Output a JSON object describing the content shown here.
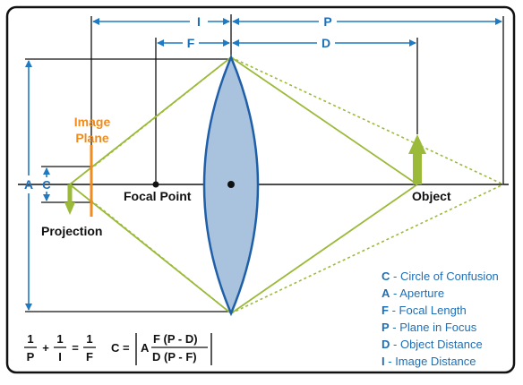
{
  "colors": {
    "frame": "#111111",
    "dim_line": "#1f7ac4",
    "ray_green": "#9bba3a",
    "lens_fill": "#a9c3df",
    "lens_stroke": "#1f5fa8",
    "image_plane": "#f08c1e",
    "legend_blue": "#1f6fb5"
  },
  "dimensions": {
    "I": "I",
    "P": "P",
    "F": "F",
    "D": "D",
    "A": "A",
    "C": "C"
  },
  "labels": {
    "image_plane_line1": "Image",
    "image_plane_line2": "Plane",
    "focal_point": "Focal Point",
    "object": "Object",
    "projection": "Projection"
  },
  "legend": [
    {
      "key": "C",
      "text": "- Circle of Confusion"
    },
    {
      "key": "A",
      "text": "- Aperture"
    },
    {
      "key": "F",
      "text": "- Focal Length"
    },
    {
      "key": "P",
      "text": "- Plane in Focus"
    },
    {
      "key": "D",
      "text": "- Object Distance"
    },
    {
      "key": "I",
      "text": "- Image Distance"
    }
  ],
  "formula": {
    "lens_eq": {
      "one_a": "1",
      "p": "P",
      "plus": "+",
      "one_b": "1",
      "i": "I",
      "eq": "=",
      "one_c": "1",
      "f": "F"
    },
    "coc": {
      "lhs": "C =",
      "a": "A",
      "num": "F (P - D)",
      "den": "D (P - F)"
    }
  }
}
